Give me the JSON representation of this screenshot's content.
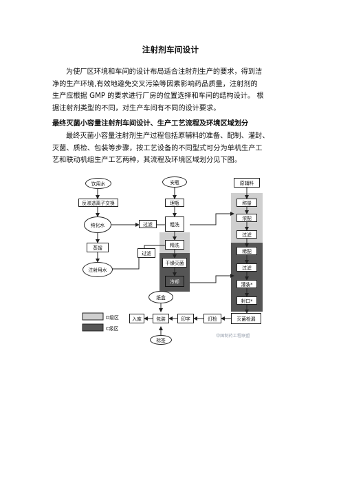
{
  "document": {
    "title": "注射剂车间设计",
    "paragraph1": [
      "为使厂区环境和车间的设计布局适合注射剂生产的要求，得到洁",
      "净的生产环境,有效地避免交叉污染等因素影响药品质量，注射剂的",
      "生产应根据 GMP 的要求进行厂房的位置选择和车间的结构设计。 根",
      "据注射剂类型的不同，对生产车间有不同的设计要求。"
    ],
    "heading": "最终灭菌小容量注射剂车间设计、生产工艺流程及环境区域划分",
    "paragraph2": [
      "最终灭菌小容量注射剂生产过程包括原辅料的准备、配制、灌封、",
      "灭菌、质检、包装等步骤，按工艺设备的不同型式可分为单机生产工",
      "艺和联动机组生产工艺两种，其流程及环境区域划分见下图。"
    ]
  },
  "flowchart": {
    "nodes": {
      "drinking_water": "饮用水",
      "ro_ion_exchange": "反渗透离子交换",
      "purified_water": "纯化水",
      "filter1": "过滤",
      "distill": "蒸馏",
      "filter2": "过滤",
      "wfi": "注射用水",
      "ampoule": "安瓶",
      "sort_bottle": "理瓶",
      "rough_wash": "粗洗",
      "fine_wash": "精洗",
      "dry_sterilize": "干燥灭菌",
      "cool": "冷却",
      "raw_material": "原辅料",
      "weigh": "称量",
      "concentrate": "浓配",
      "filter3": "过滤",
      "dilute": "稀配",
      "filter4": "过滤",
      "fill": "灌装*",
      "seal": "封口*",
      "carton": "纸盒",
      "storage": "入库",
      "packing": "包装",
      "print": "印字",
      "light_inspect": "灯检",
      "sterilize_leak": "灭菌检漏",
      "label": "标签"
    },
    "legend": {
      "d_zone": "D级区",
      "c_zone": "C级区"
    },
    "watermark": "中国制药工程联盟"
  },
  "colors": {
    "dark_zone": "#555555",
    "light_zone": "#cfcfcf"
  }
}
